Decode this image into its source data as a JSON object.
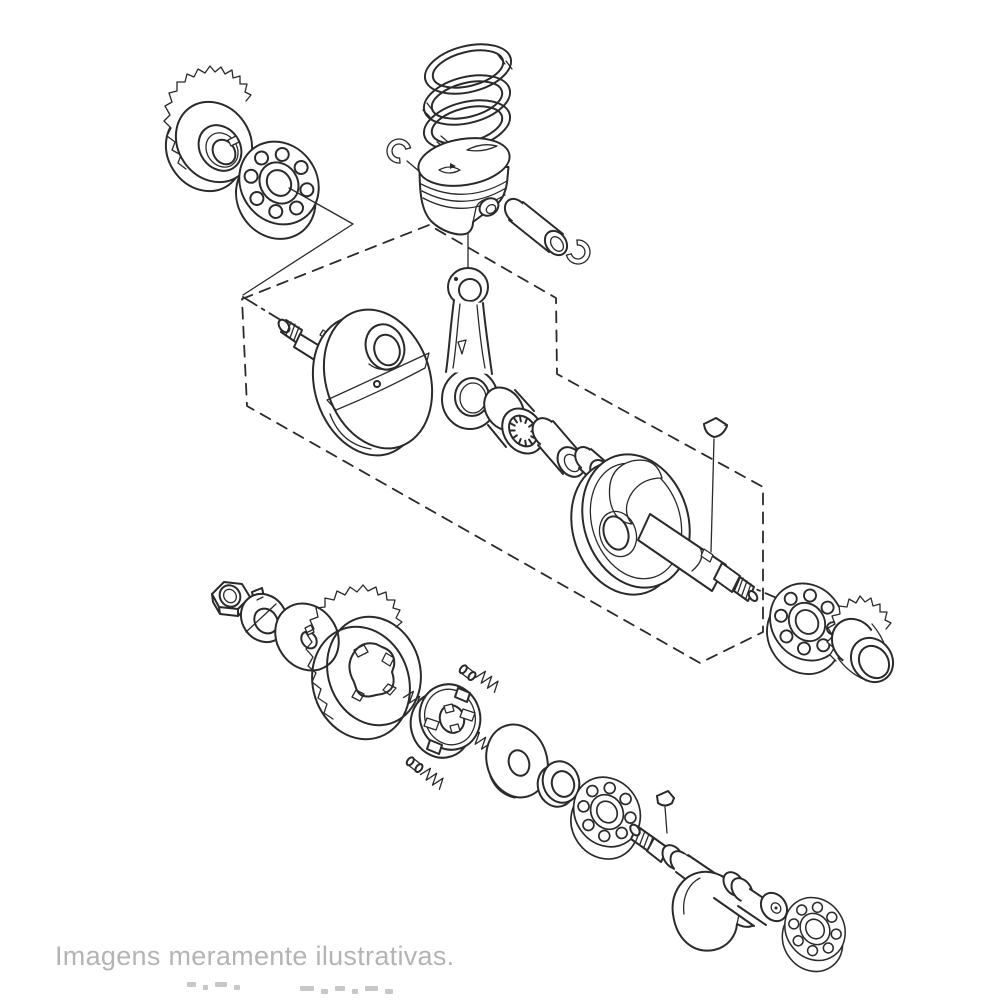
{
  "watermark": {
    "line1": "Imagens meramente ilustrativas."
  },
  "diagram": {
    "type": "exploded-parts-diagram",
    "subject": "engine crankshaft, piston and balancer shaft assembly",
    "colors": {
      "line": "#2a2a2a",
      "background": "#ffffff",
      "gear_face": "#969696",
      "gear_side": "#c8c8c8",
      "watermark_text": "#b4b4b4"
    },
    "parts": [
      "camshaft-drive-gear",
      "main-bearing-left",
      "piston-ring-top",
      "piston-ring-second",
      "piston-ring-oil",
      "piston-pin-circlip-left",
      "piston",
      "piston-pin",
      "piston-pin-circlip-right",
      "connecting-rod",
      "big-end-needle-bearing",
      "crank-pin",
      "crankshaft-left-half",
      "crankshaft-right-half",
      "woodruff-key",
      "main-bearing-right",
      "primary-pinion-gear",
      "crankcase-dashed-outline",
      "shaft-nut",
      "tab-lock-washer",
      "keyed-washer",
      "kick-idle-gear",
      "friction-springs",
      "friction-pins",
      "ratchet-hub",
      "thrust-washer-large",
      "thrust-washer-small",
      "balancer-bearing-left",
      "balancer-shaft-key",
      "balancer-shaft",
      "balancer-bearing-right"
    ]
  }
}
